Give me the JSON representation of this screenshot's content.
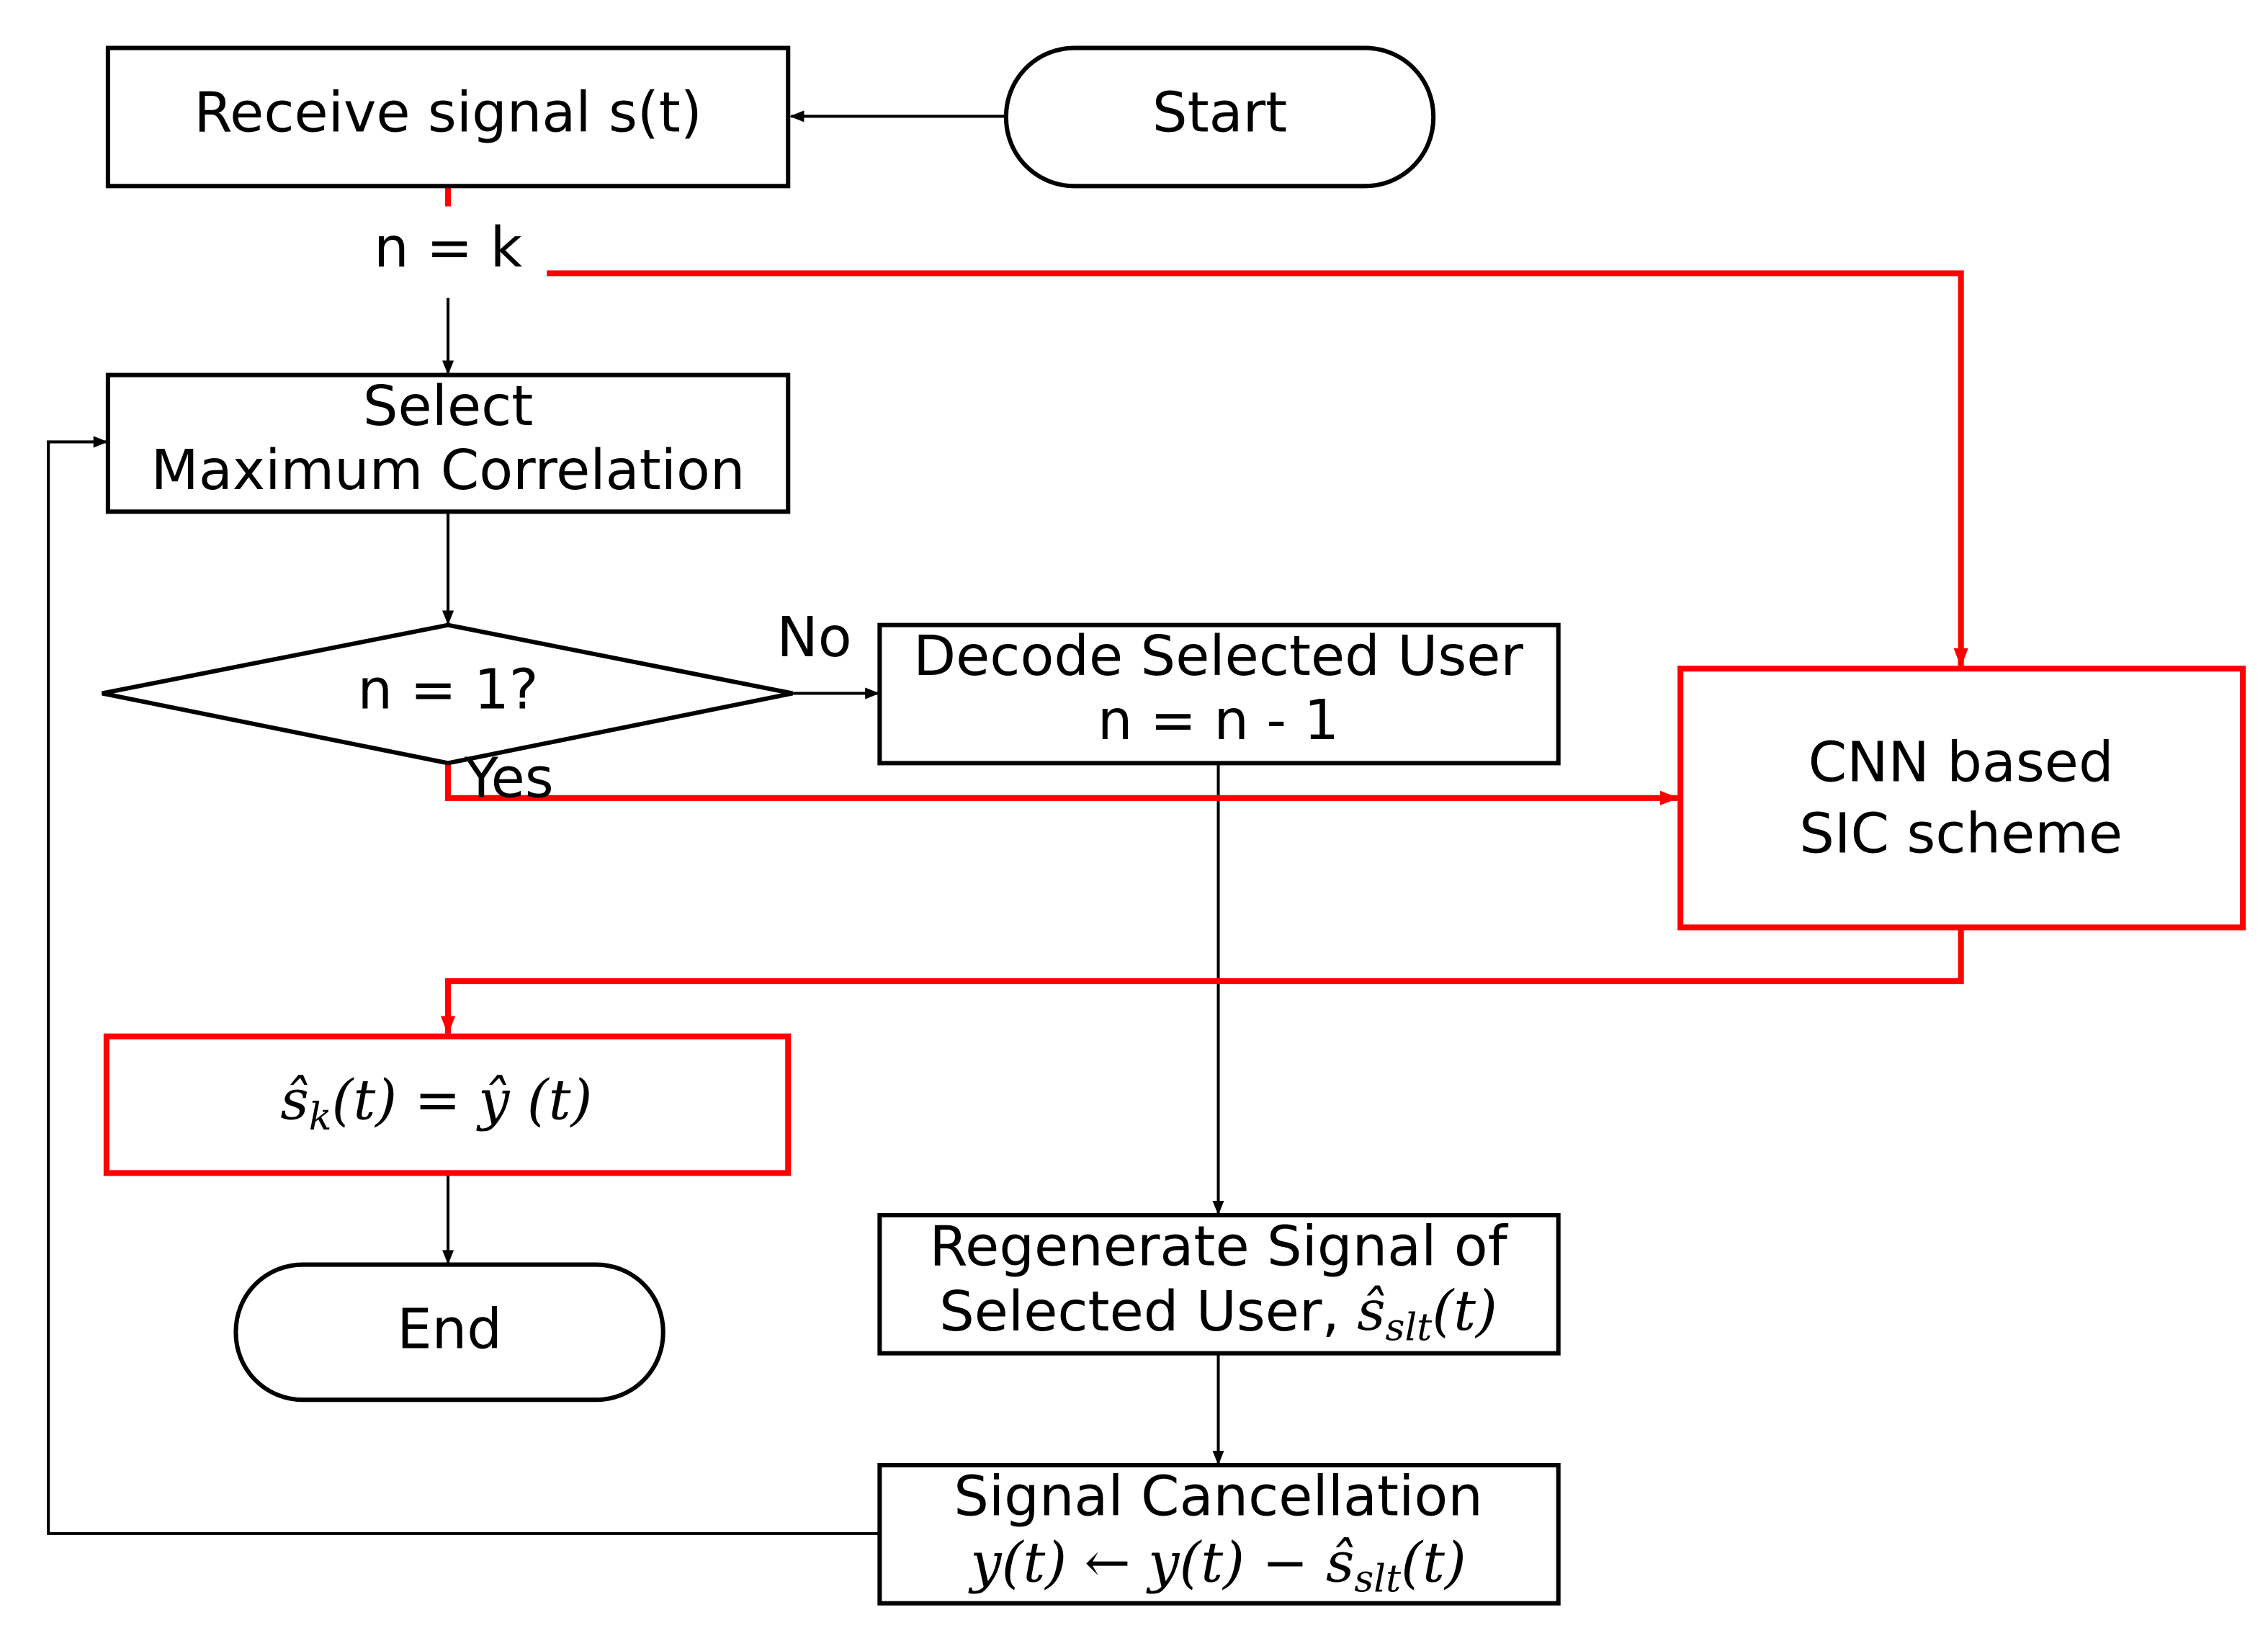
{
  "colors": {
    "highlight": "#ff0000",
    "default": "#000000"
  },
  "nodes": {
    "start": "Start",
    "receive": "Receive signal s(t)",
    "init": "n = k",
    "select": [
      "Select",
      "Maximum Correlation"
    ],
    "decision": "n = 1?",
    "decode": [
      "Decode Selected User",
      "n = n - 1"
    ],
    "cnn": [
      "CNN based",
      "SIC scheme"
    ],
    "output": {
      "s": "ŝ",
      "sub": "k",
      "rest": "(t) = ŷ (t)"
    },
    "end": "End",
    "regenerate": {
      "line1": "Regenerate Signal of",
      "line2_text": "Selected User, ",
      "s": "ŝ",
      "sub": "slt",
      "rest": "(t)"
    },
    "cancel": {
      "line1": "Signal Cancellation",
      "lhs": "y(t) ← y(t) − ",
      "s": "ŝ",
      "sub": "slt",
      "rest": "(t)"
    }
  },
  "edge_labels": {
    "no": "No",
    "yes": "Yes"
  }
}
